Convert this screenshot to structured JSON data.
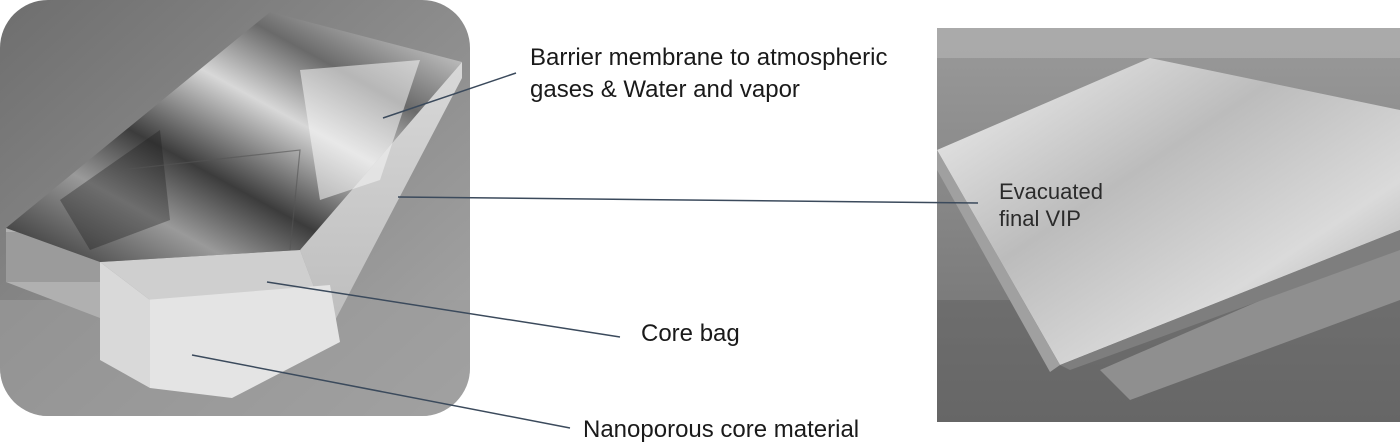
{
  "labels": {
    "barrier_line1": "Barrier membrane to atmospheric",
    "barrier_line2": "gases & Water and vapor",
    "core_bag": "Core bag",
    "core_material": "Nanoporous core material",
    "evacuated_line1": "Evacuated",
    "evacuated_line2": "final VIP"
  },
  "icons": {
    "left_photo": "vip-panel-cutaway-photo",
    "right_photo": "evacuated-vip-photo"
  },
  "colors": {
    "leader_line": "#3b4a5c",
    "text": "#1a1a1a"
  }
}
